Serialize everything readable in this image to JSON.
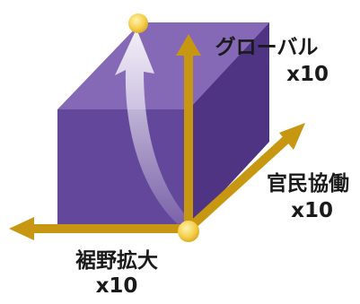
{
  "axes": {
    "global": {
      "name": "グローバル",
      "multiplier": "x10"
    },
    "public_private": {
      "name": "官民協働",
      "multiplier": "x10"
    },
    "base_expansion": {
      "name": "裾野拡大",
      "multiplier": "x10"
    }
  },
  "colors": {
    "cube_front": "#63479a",
    "cube_top": "#8669b6",
    "cube_side": "#4e3482",
    "arrow_gold": "#c89712",
    "dot_gold": "#f5cf4a",
    "curved_arrow": "#e8e2f3",
    "text": "#1a1a1a"
  }
}
